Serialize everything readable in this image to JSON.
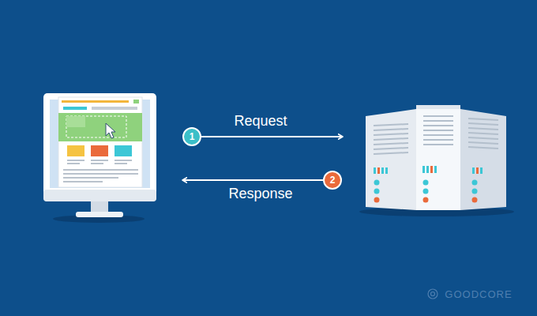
{
  "diagram": {
    "nodes": [
      {
        "text": [
          "1"
        ]
      },
      {
        "text": [
          "2"
        ]
      }
    ],
    "labels": [
      "Request",
      "Response",
      "GOODCORE"
    ]
  }
}
